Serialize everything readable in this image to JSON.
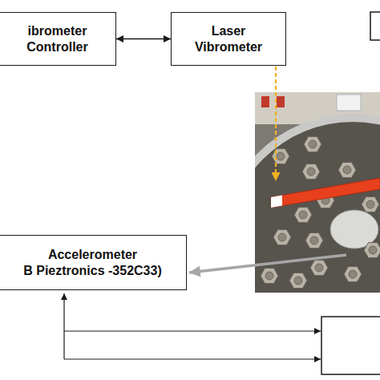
{
  "diagram": {
    "nodes": [
      {
        "text": [
          "ibrometer Controller"
        ]
      },
      {
        "text": [
          "Laser Vibrometer"
        ]
      },
      {
        "text": [
          "Accelerometer",
          "B Pieztronics -352C33)"
        ]
      }
    ],
    "edges": [
      {
        "from": 0,
        "to": 1,
        "arrow": "both"
      }
    ]
  }
}
